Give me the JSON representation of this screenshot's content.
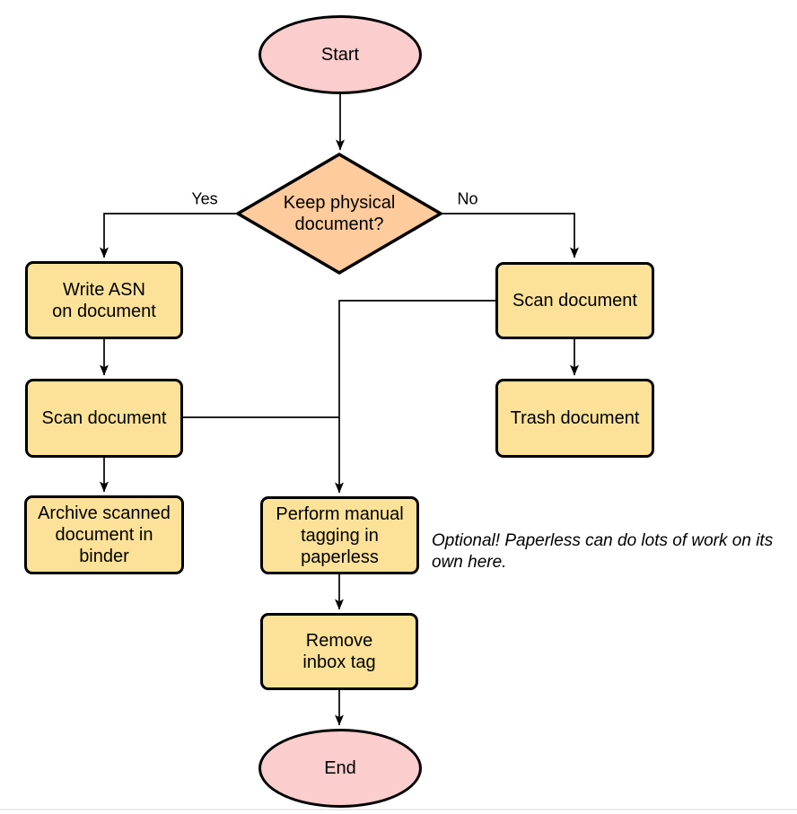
{
  "diagram": {
    "colors": {
      "terminal_fill": "#fbcdcd",
      "decision_fill": "#fecb9c",
      "process_fill": "#fce298",
      "stroke": "#000000"
    },
    "nodes": {
      "start": {
        "type": "terminal",
        "label": "Start"
      },
      "decision": {
        "type": "decision",
        "lines": [
          "Keep physical",
          "document?"
        ]
      },
      "write_asn": {
        "type": "process",
        "lines": [
          "Write ASN",
          "on document"
        ]
      },
      "scan_left": {
        "type": "process",
        "label": "Scan document"
      },
      "archive": {
        "type": "process",
        "lines": [
          "Archive scanned",
          "document in",
          "binder"
        ]
      },
      "scan_right": {
        "type": "process",
        "label": "Scan document"
      },
      "trash": {
        "type": "process",
        "label": "Trash document"
      },
      "tagging": {
        "type": "process",
        "lines": [
          "Perform manual",
          "tagging in",
          "paperless"
        ]
      },
      "remove_inbox": {
        "type": "process",
        "lines": [
          "Remove",
          "inbox tag"
        ]
      },
      "end": {
        "type": "terminal",
        "label": "End"
      }
    },
    "edge_labels": {
      "yes": "Yes",
      "no": "No"
    },
    "annotation": "Optional! Paperless can do lots of work on its own here."
  }
}
